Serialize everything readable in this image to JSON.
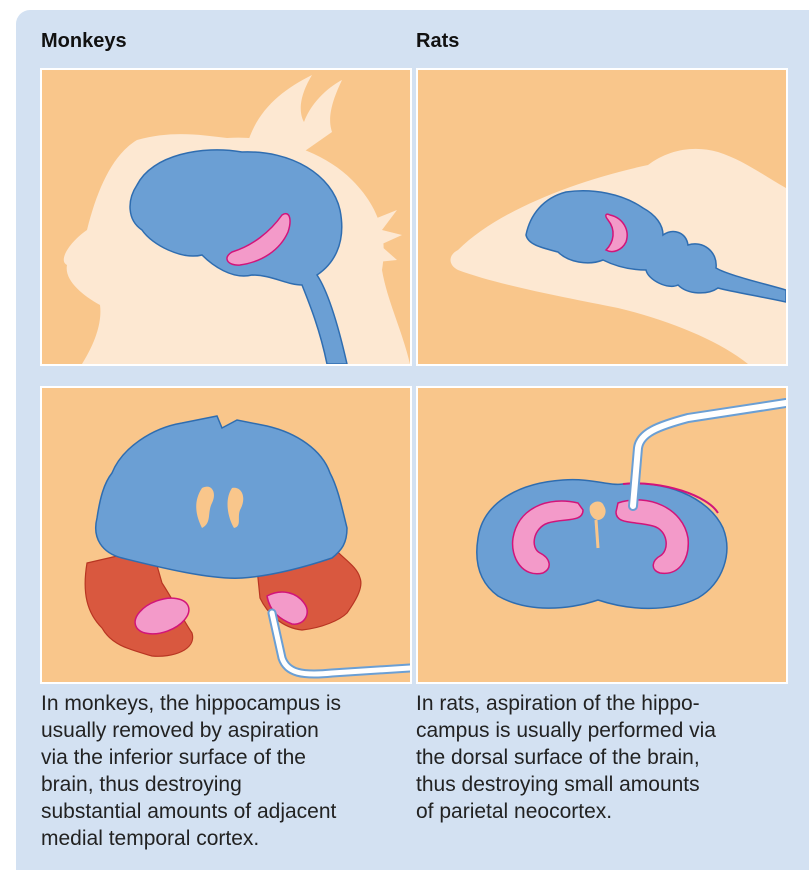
{
  "columns": [
    {
      "heading": "Monkeys",
      "caption": "In monkeys, the hippocampus is\nusually removed by aspiration\nvia the inferior surface of the\nbrain, thus destroying\nsubstantial amounts of adjacent\nmedial temporal cortex."
    },
    {
      "heading": "Rats",
      "caption": "In rats, aspiration of the hippo-\ncampus is usually performed via\nthe dorsal surface of the brain,\nthus destroying small amounts\nof parietal neocortex."
    }
  ],
  "colors": {
    "card_background": "#d3e1f2",
    "panel_background": "#f9c68b",
    "head_silhouette": "#fde8d2",
    "brain": "#6b9fd4",
    "brain_outline": "#2f6db0",
    "hippocampus": "#f39ac9",
    "hippocampus_outline": "#d2147a",
    "damaged_cortex": "#d9583f",
    "aspiration_tube": "#ffffff"
  },
  "icons": [
    "monkey-sagittal-illustration",
    "rat-sagittal-illustration",
    "monkey-coronal-section",
    "rat-coronal-section",
    "aspiration-pipette"
  ]
}
